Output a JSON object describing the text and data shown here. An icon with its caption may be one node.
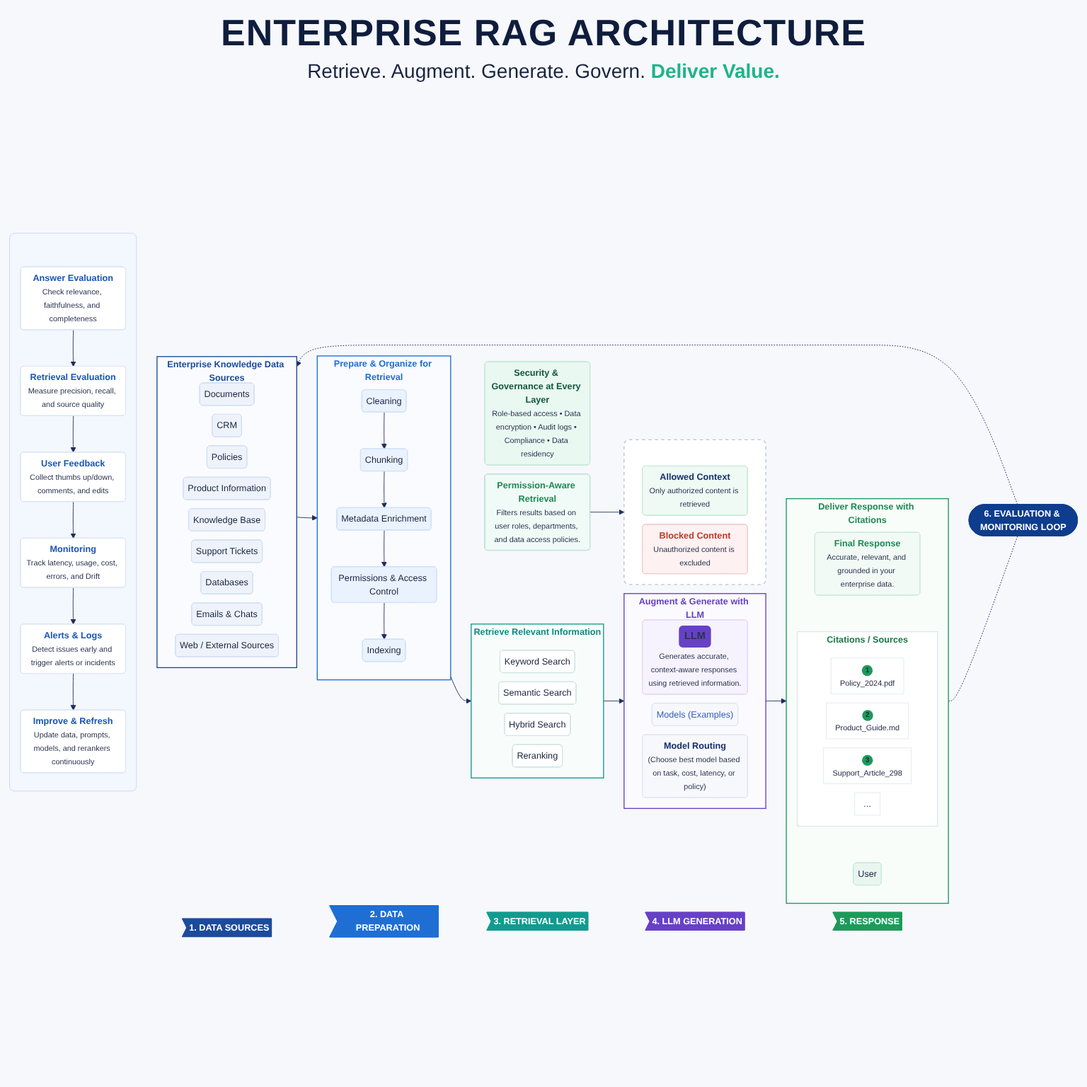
{
  "diagram": {
    "title": "ENTERPRISE RAG ARCHITECTURE",
    "nodes": [
      {
        "text": [
          "1. DATA SOURCES"
        ]
      },
      {
        "text": [
          "2. DATA PREPARATION"
        ]
      },
      {
        "text": [
          "3. RETRIEVAL LAYER"
        ]
      },
      {
        "text": [
          "4. LLM GENERATION"
        ]
      },
      {
        "text": [
          "5. RESPONSE"
        ]
      },
      {
        "text": [
          "Enterprise Knowledge Data Sources"
        ]
      },
      {
        "text": [
          "Documents"
        ],
        "in": 5
      },
      {
        "text": [
          "CRM"
        ],
        "in": 5
      },
      {
        "text": [
          "Policies"
        ],
        "in": 5
      },
      {
        "text": [
          "Product Information"
        ],
        "in": 5
      },
      {
        "text": [
          "Knowledge Base"
        ],
        "in": 5
      },
      {
        "text": [
          "Support Tickets"
        ],
        "in": 5
      },
      {
        "text": [
          "Databases"
        ],
        "in": 5
      },
      {
        "text": [
          "Emails & Chats"
        ],
        "in": 5
      },
      {
        "text": [
          "Web / External Sources"
        ],
        "in": 5
      },
      {
        "text": [
          "Prepare & Organize for Retrieval"
        ]
      },
      {
        "text": [
          "Cleaning"
        ],
        "in": 15
      },
      {
        "text": [
          "Chunking"
        ],
        "in": 15
      },
      {
        "text": [
          "Metadata Enrichment"
        ],
        "in": 15
      },
      {
        "text": [
          "Permissions & Access Control"
        ],
        "in": 15
      },
      {
        "text": [
          "Indexing"
        ],
        "in": 15
      },
      {
        "text": [
          "Retrieve Relevant Information"
        ]
      },
      {
        "text": [
          "Keyword Search"
        ],
        "in": 21
      },
      {
        "text": [
          "Semantic Search"
        ],
        "in": 21
      },
      {
        "text": [
          "Hybrid Search"
        ],
        "in": 21
      },
      {
        "text": [
          "Reranking"
        ],
        "in": 21
      },
      {
        "text": [
          "Permission-Aware Retrieval",
          "Filters results based on user roles, departments, and data access policies."
        ]
      },
      {
        "text": [],
        "shape": "box"
      },
      {
        "text": [
          "Allowed Context",
          "Only authorized content is retrieved"
        ],
        "in": 27
      },
      {
        "text": [
          "Blocked Content",
          "Unauthorized content is excluded"
        ],
        "in": 27
      },
      {
        "text": [
          "Augment & Generate with LLM"
        ]
      },
      {
        "text": [
          "LLM",
          "Generates accurate, context-aware responses using retrieved information."
        ],
        "in": 30
      },
      {
        "text": [
          "Models (Examples)"
        ],
        "in": 30
      },
      {
        "text": [
          "Model Routing",
          "(Choose best model based on task, cost, latency, or policy)"
        ],
        "in": 30
      },
      {
        "text": [
          "Deliver Response with Citations"
        ]
      },
      {
        "text": [
          "Final Response",
          "Accurate, relevant, and grounded in your enterprise data."
        ],
        "in": 34
      },
      {
        "text": [
          "Citations / Sources"
        ],
        "in": 34
      },
      {
        "text": [
          "1",
          "Policy_2024.pdf"
        ],
        "in": 36
      },
      {
        "text": [
          "2",
          "Product_Guide.md"
        ],
        "in": 36
      },
      {
        "text": [
          "3",
          "Support_Article_298"
        ],
        "in": 36
      },
      {
        "text": [
          "..."
        ],
        "in": 36
      },
      {
        "text": [
          "User"
        ],
        "in": 34
      },
      {
        "text": [
          "6. EVALUATION & MONITORING LOOP"
        ]
      },
      {
        "text": [],
        "shape": "box"
      },
      {
        "text": [
          "Answer Evaluation",
          "Check relevance, faithfulness, and completeness"
        ],
        "in": 43
      },
      {
        "text": [
          "Retrieval Evaluation",
          "Measure precision, recall, and source quality"
        ],
        "in": 43
      },
      {
        "text": [
          "User Feedback",
          "Collect thumbs up/down, comments, and edits"
        ],
        "in": 43
      },
      {
        "text": [
          "Monitoring",
          "Track latency, usage, cost, errors, and Drift"
        ],
        "in": 43
      },
      {
        "text": [
          "Alerts & Logs",
          "Detect issues early and trigger alerts or incidents"
        ],
        "in": 43
      },
      {
        "text": [
          "Improve & Refresh",
          "Update data, prompts, models, and rerankers continuously"
        ],
        "in": 43
      },
      {
        "text": [
          "Security & Governance at Every Layer",
          "Role-based access • Data encryption • Audit logs • Compliance • Data residency"
        ]
      }
    ],
    "edges": [
      {
        "from": 5,
        "to": 15,
        "arrow": "to"
      },
      {
        "from": 15,
        "to": 21,
        "arrow": "to"
      },
      {
        "from": 21,
        "to": 30,
        "arrow": "to"
      },
      {
        "from": 30,
        "to": 34,
        "arrow": "to"
      },
      {
        "from": 16,
        "to": 17,
        "arrow": "to"
      },
      {
        "from": 17,
        "to": 18,
        "arrow": "to"
      },
      {
        "from": 18,
        "to": 19,
        "arrow": "to"
      },
      {
        "from": 19,
        "to": 20,
        "arrow": "to"
      },
      {
        "from": 26,
        "to": 27,
        "arrow": "to"
      },
      {
        "from": 34,
        "to": 42,
        "arrow": "none",
        "style": "dashed"
      },
      {
        "from": 42,
        "to": 5,
        "arrow": "to",
        "style": "dashed"
      },
      {
        "from": 44,
        "to": 45,
        "arrow": "to"
      },
      {
        "from": 45,
        "to": 46,
        "arrow": "to"
      },
      {
        "from": 46,
        "to": 47,
        "arrow": "to"
      },
      {
        "from": 47,
        "to": 48,
        "arrow": "to"
      },
      {
        "from": 48,
        "to": 49,
        "arrow": "to"
      }
    ],
    "labels": [
      "Retrieve. Augment. Generate. Govern. **Deliver Value.**"
    ]
  }
}
